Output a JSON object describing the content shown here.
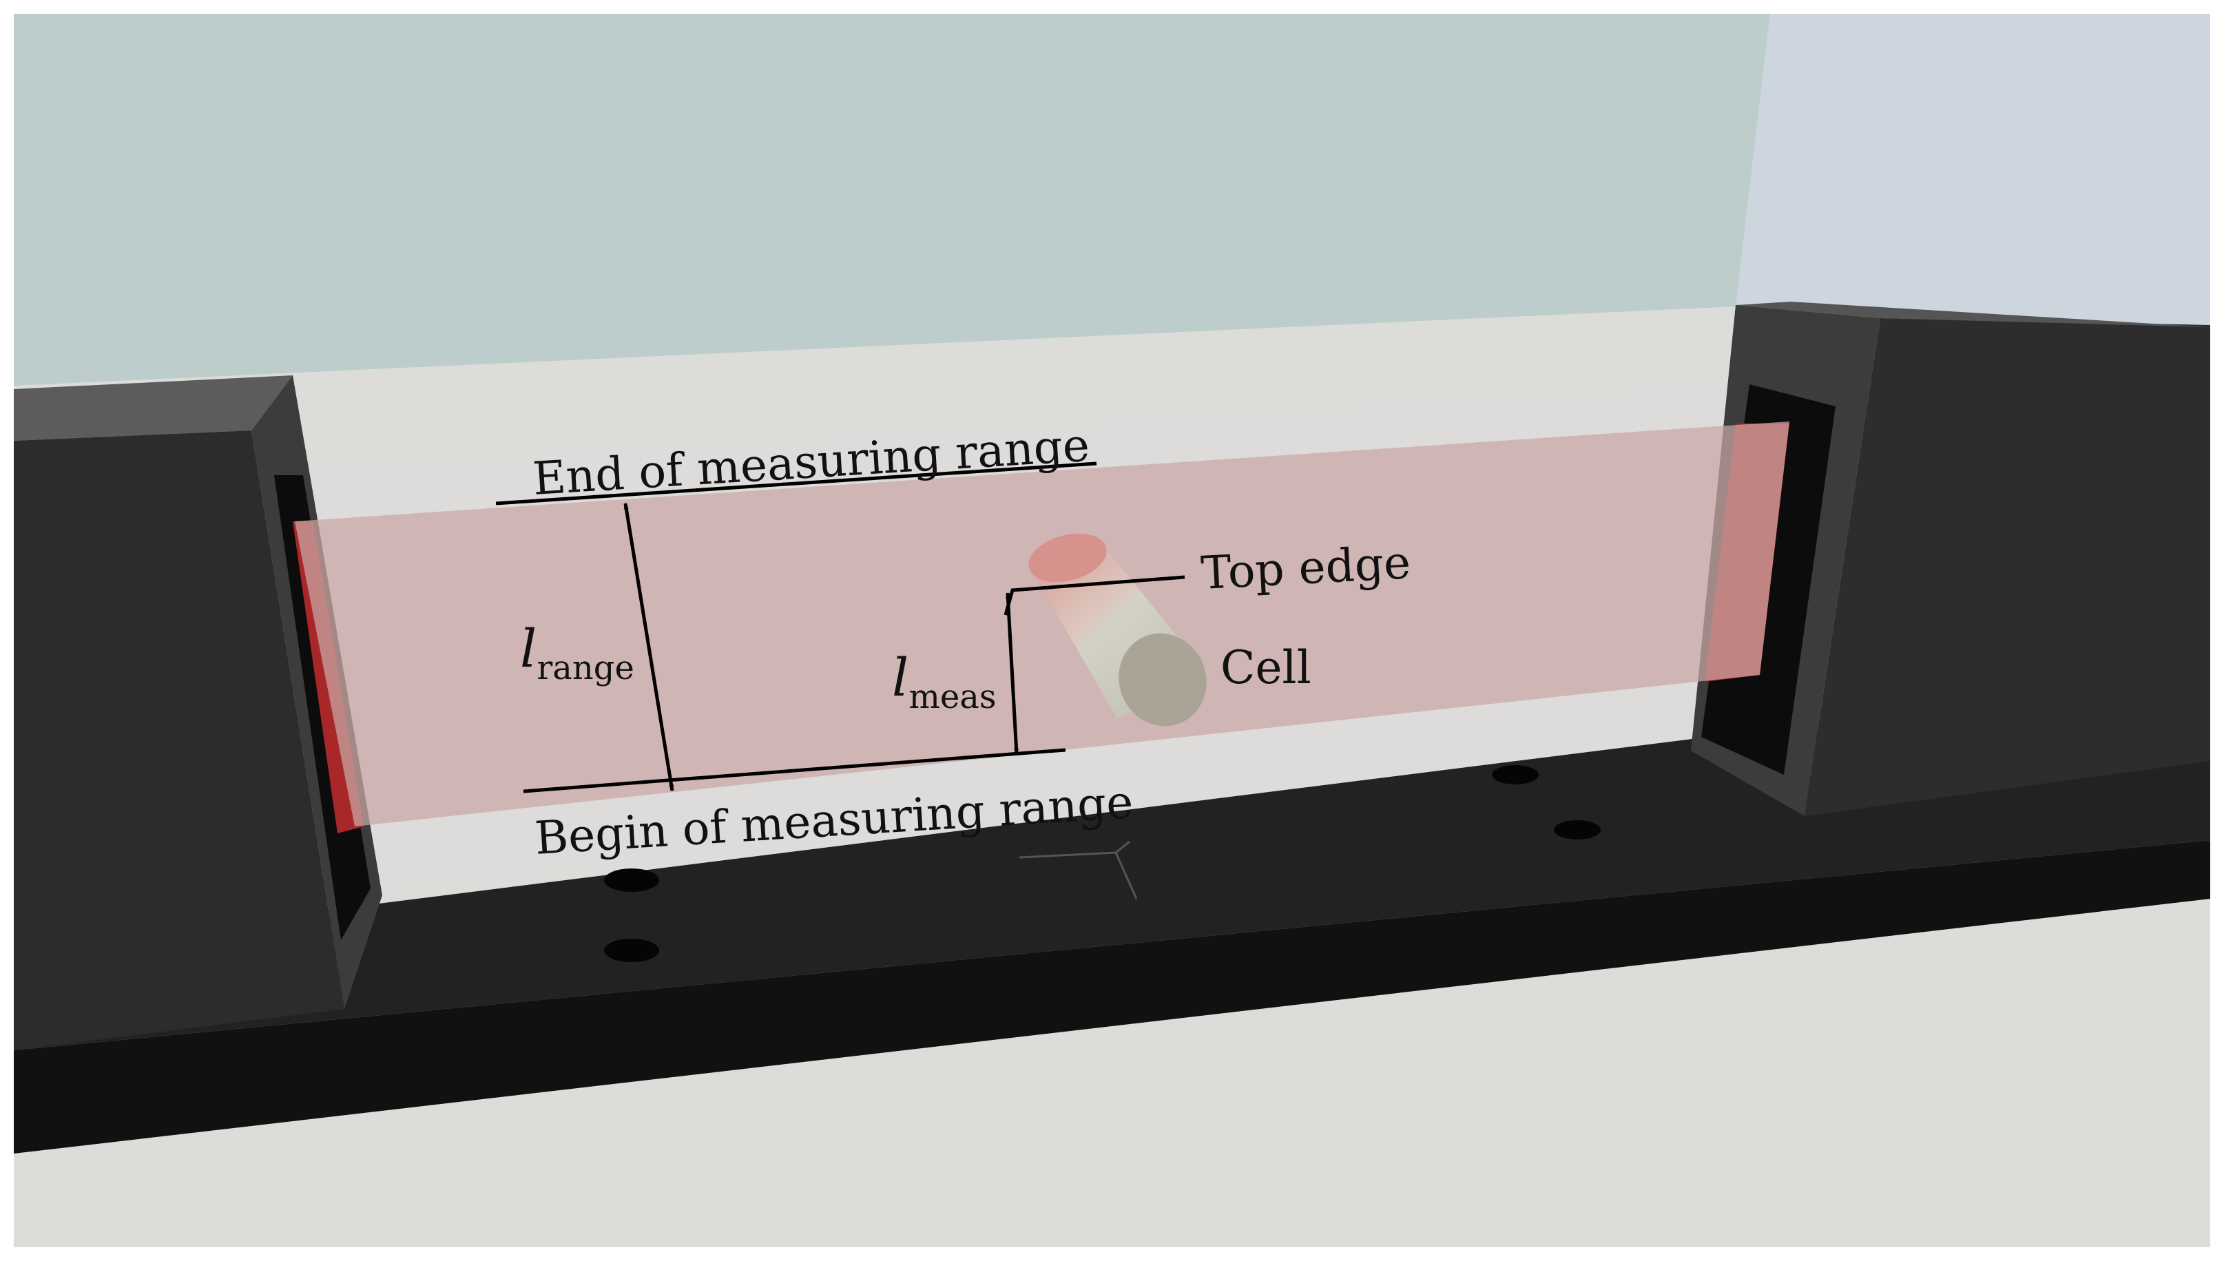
{
  "labels": {
    "end_of_range": "End of measuring range",
    "begin_of_range": "Begin of measuring range",
    "top_edge": "Top edge",
    "cell": "Cell"
  },
  "variables": {
    "l_range": {
      "symbol": "l",
      "subscript": "range"
    },
    "l_meas": {
      "symbol": "l",
      "subscript": "meas"
    }
  },
  "colors": {
    "background_wall": "#BCCDCC",
    "background_right": "#CDD6DE",
    "floor": "#DCDCD9",
    "base": "#151515",
    "housing": "#2E2E2E",
    "light_curtain": "#C9A7A6",
    "emitter": "#A8282A",
    "cell_body": "#C9C6B8",
    "cell_cap": "#A9A496"
  }
}
